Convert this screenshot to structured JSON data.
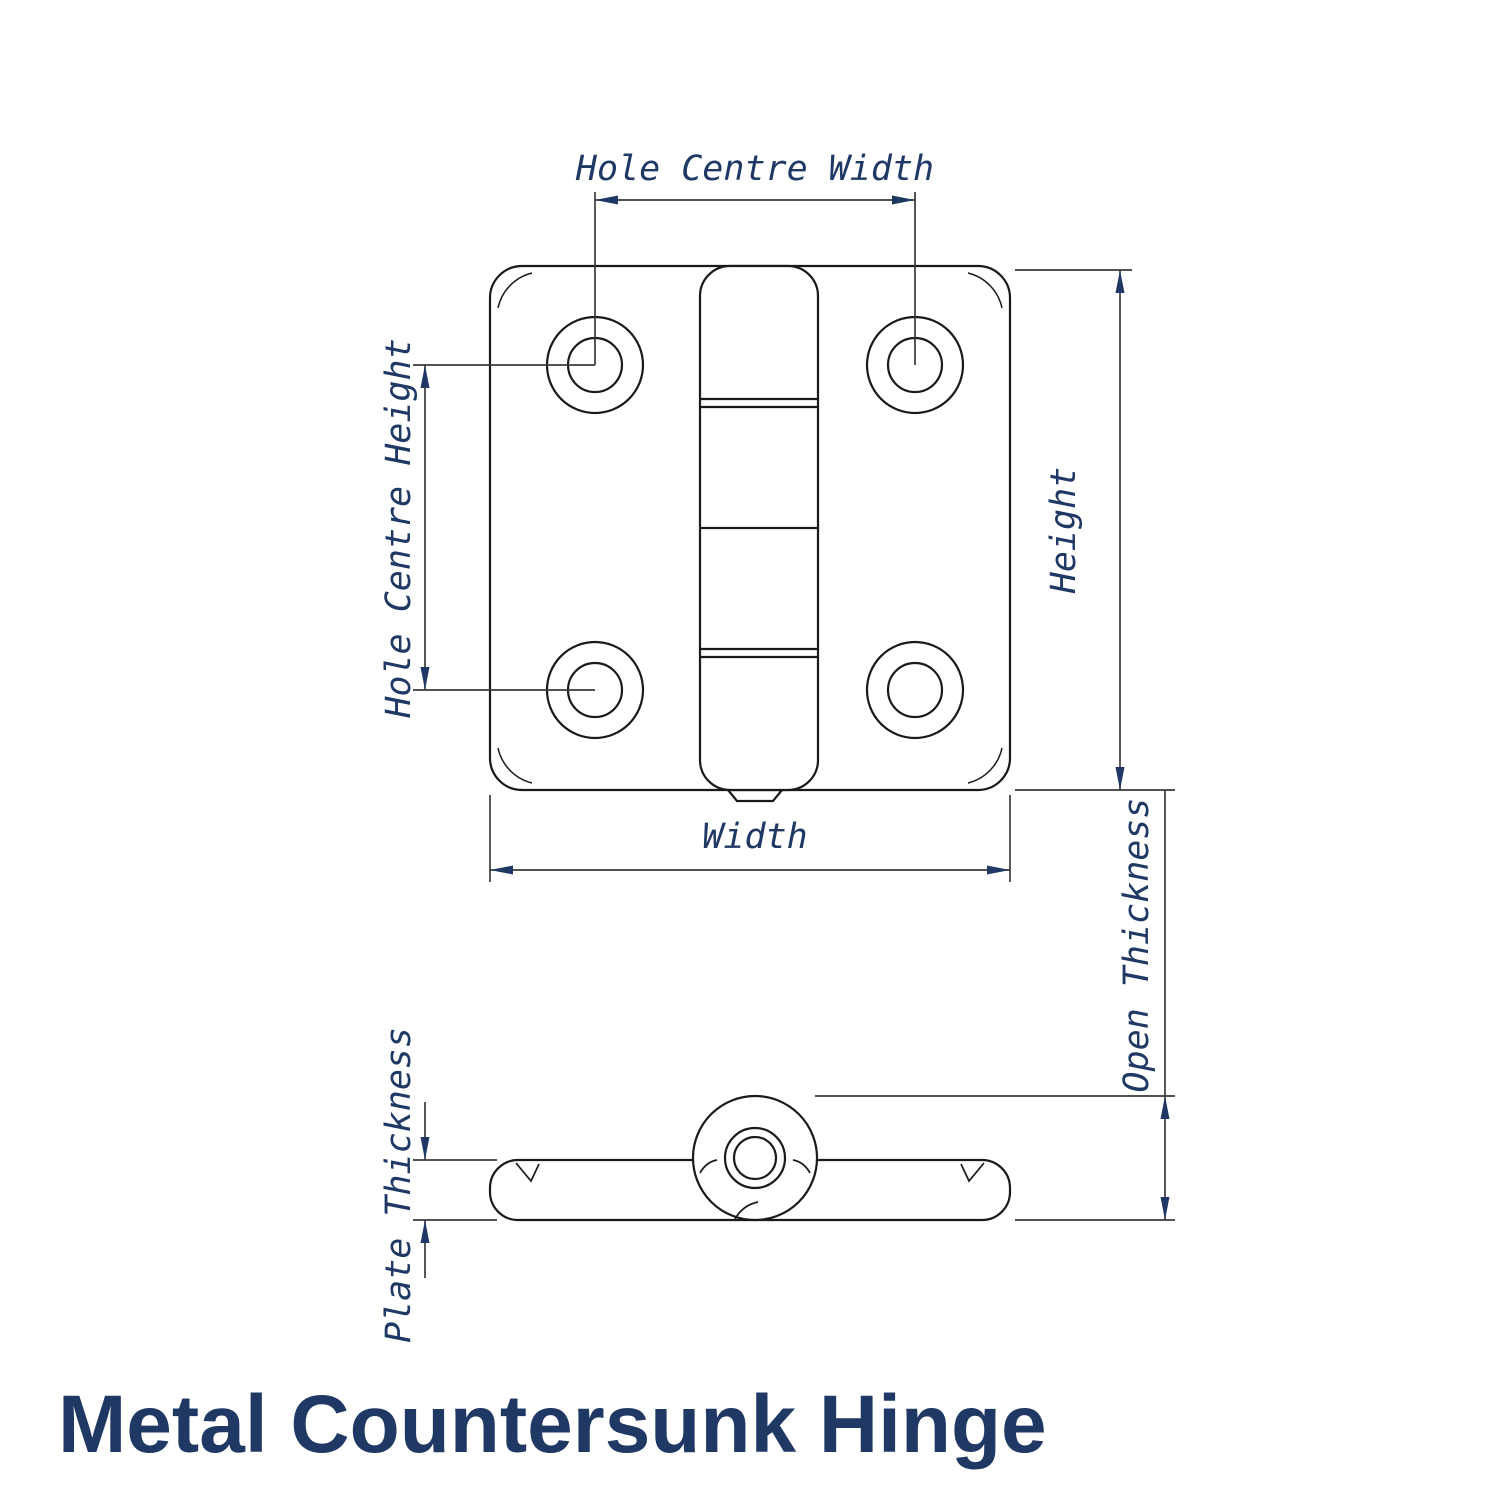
{
  "title": "Metal Countersunk Hinge",
  "labels": {
    "hole_centre_width": "Hole Centre Width",
    "hole_centre_height": "Hole Centre Height",
    "height": "Height",
    "width": "Width",
    "open_thickness": "Open Thickness",
    "plate_thickness": "Plate Thickness"
  },
  "colors": {
    "drawing_line": "#1a1a1a",
    "dimension_line": "#3a3a3a",
    "accent_text": "#1f3864",
    "arrow": "#1f3864",
    "background": "#ffffff"
  }
}
